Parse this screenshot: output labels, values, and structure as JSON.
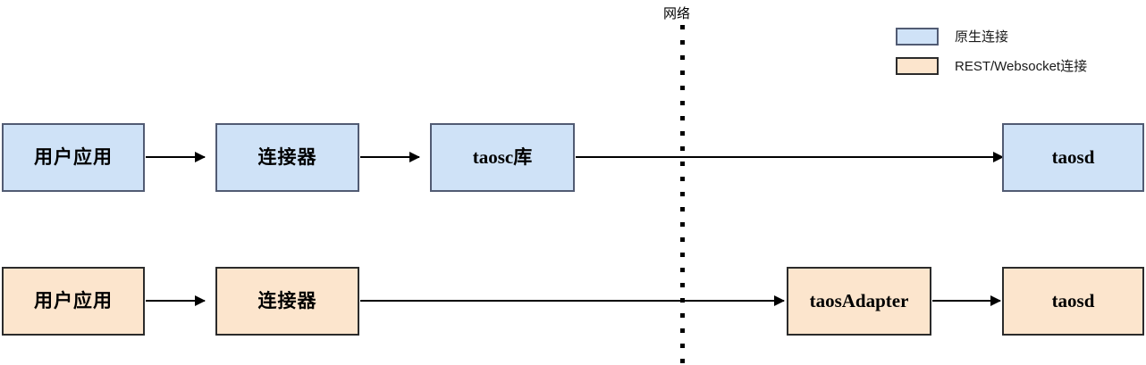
{
  "diagram": {
    "title_label": "网络",
    "network_divider_name": "network-boundary"
  },
  "legend": {
    "items": [
      {
        "label": "原生连接",
        "color": "#cfe2f7",
        "border": "#515b73"
      },
      {
        "label": "REST/Websocket连接",
        "color": "#fce5cd",
        "border": "#2b2b2b"
      }
    ]
  },
  "rows": [
    {
      "id": "native-row",
      "style": "native",
      "nodes": [
        {
          "id": "user-app-native",
          "label": "用户应用",
          "font": "cjk"
        },
        {
          "id": "connector-native",
          "label": "连接器",
          "font": "cjk"
        },
        {
          "id": "taosc-library",
          "label": "taosc库",
          "font": "mixed"
        },
        {
          "id": "taosd-native",
          "label": "taosd",
          "font": "serif"
        }
      ]
    },
    {
      "id": "rest-row",
      "style": "rest",
      "nodes": [
        {
          "id": "user-app-rest",
          "label": "用户应用",
          "font": "cjk"
        },
        {
          "id": "connector-rest",
          "label": "连接器",
          "font": "cjk"
        },
        {
          "id": "taos-adapter",
          "label": "taosAdapter",
          "font": "serif"
        },
        {
          "id": "taosd-rest",
          "label": "taosd",
          "font": "serif"
        }
      ]
    }
  ]
}
